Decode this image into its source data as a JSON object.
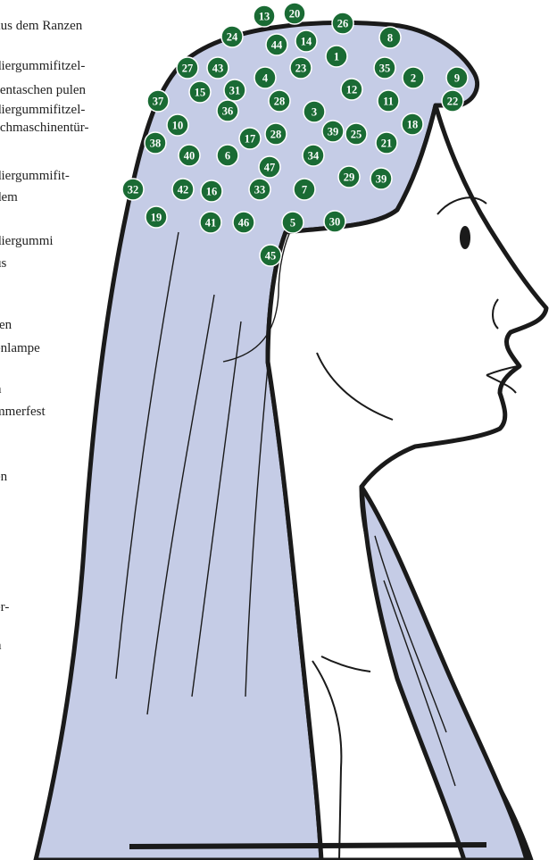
{
  "colors": {
    "hair": "#c5cce6",
    "outline": "#1a1a1a",
    "marker": "#1a6b34",
    "marker_text": "#ffffff",
    "text": "#222222"
  },
  "text_lines": [
    "aus dem Ranzen",
    "diergummifitzel-",
    "sentaschen pulen",
    "diergummifitzel-",
    "schmaschinentür-",
    "diergummifit-",
    " dem",
    "diergummi",
    "us",
    "fen",
    "enlampe",
    "n",
    "mmerfest",
    "en",
    "er-",
    "n"
  ],
  "markers": [
    {
      "label": "1"
    },
    {
      "label": "2"
    },
    {
      "label": "3"
    },
    {
      "label": "4"
    },
    {
      "label": "5"
    },
    {
      "label": "6"
    },
    {
      "label": "7"
    },
    {
      "label": "8"
    },
    {
      "label": "9"
    },
    {
      "label": "10"
    },
    {
      "label": "11"
    },
    {
      "label": "12"
    },
    {
      "label": "13"
    },
    {
      "label": "14"
    },
    {
      "label": "15"
    },
    {
      "label": "16"
    },
    {
      "label": "17"
    },
    {
      "label": "18"
    },
    {
      "label": "19"
    },
    {
      "label": "20"
    },
    {
      "label": "21"
    },
    {
      "label": "22"
    },
    {
      "label": "23"
    },
    {
      "label": "24"
    },
    {
      "label": "25"
    },
    {
      "label": "26"
    },
    {
      "label": "27"
    },
    {
      "label": "28"
    },
    {
      "label": "28"
    },
    {
      "label": "29"
    },
    {
      "label": "30"
    },
    {
      "label": "31"
    },
    {
      "label": "32"
    },
    {
      "label": "33"
    },
    {
      "label": "34"
    },
    {
      "label": "35"
    },
    {
      "label": "36"
    },
    {
      "label": "37"
    },
    {
      "label": "38"
    },
    {
      "label": "39"
    },
    {
      "label": "39"
    },
    {
      "label": "40"
    },
    {
      "label": "41"
    },
    {
      "label": "42"
    },
    {
      "label": "43"
    },
    {
      "label": "44"
    },
    {
      "label": "45"
    },
    {
      "label": "46"
    },
    {
      "label": "47"
    }
  ]
}
